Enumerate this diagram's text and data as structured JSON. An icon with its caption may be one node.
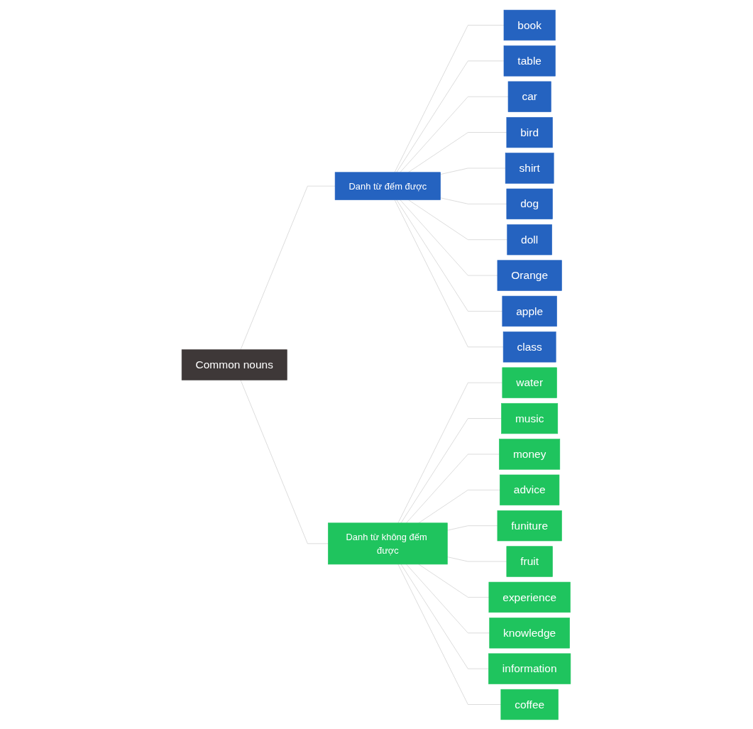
{
  "diagram": {
    "nodes": [
      {
        "text": [
          "Common nouns"
        ]
      },
      {
        "text": [
          "Danh từ đếm được"
        ]
      },
      {
        "text": [
          "book"
        ]
      },
      {
        "text": [
          "table"
        ]
      },
      {
        "text": [
          "car"
        ]
      },
      {
        "text": [
          "bird"
        ]
      },
      {
        "text": [
          "shirt"
        ]
      },
      {
        "text": [
          "dog"
        ]
      },
      {
        "text": [
          "doll"
        ]
      },
      {
        "text": [
          "Orange"
        ]
      },
      {
        "text": [
          "apple"
        ]
      },
      {
        "text": [
          "class"
        ]
      },
      {
        "text": [
          "Danh từ không đếm được"
        ]
      },
      {
        "text": [
          "water"
        ]
      },
      {
        "text": [
          "music"
        ]
      },
      {
        "text": [
          "money"
        ]
      },
      {
        "text": [
          "advice"
        ]
      },
      {
        "text": [
          "funiture"
        ]
      },
      {
        "text": [
          "fruit"
        ]
      },
      {
        "text": [
          "experience"
        ]
      },
      {
        "text": [
          "knowledge"
        ]
      },
      {
        "text": [
          "information"
        ]
      },
      {
        "text": [
          "coffee"
        ]
      }
    ],
    "edges": [
      {
        "from": 0,
        "to": 1,
        "arrow": "none"
      },
      {
        "from": 1,
        "to": 2,
        "arrow": "none"
      },
      {
        "from": 1,
        "to": 3,
        "arrow": "none"
      },
      {
        "from": 1,
        "to": 4,
        "arrow": "none"
      },
      {
        "from": 1,
        "to": 5,
        "arrow": "none"
      },
      {
        "from": 1,
        "to": 6,
        "arrow": "none"
      },
      {
        "from": 1,
        "to": 7,
        "arrow": "none"
      },
      {
        "from": 1,
        "to": 8,
        "arrow": "none"
      },
      {
        "from": 1,
        "to": 9,
        "arrow": "none"
      },
      {
        "from": 1,
        "to": 10,
        "arrow": "none"
      },
      {
        "from": 1,
        "to": 11,
        "arrow": "none"
      },
      {
        "from": 0,
        "to": 12,
        "arrow": "none"
      },
      {
        "from": 12,
        "to": 13,
        "arrow": "none"
      },
      {
        "from": 12,
        "to": 14,
        "arrow": "none"
      },
      {
        "from": 12,
        "to": 15,
        "arrow": "none"
      },
      {
        "from": 12,
        "to": 16,
        "arrow": "none"
      },
      {
        "from": 12,
        "to": 17,
        "arrow": "none"
      },
      {
        "from": 12,
        "to": 18,
        "arrow": "none"
      },
      {
        "from": 12,
        "to": 19,
        "arrow": "none"
      },
      {
        "from": 12,
        "to": 20,
        "arrow": "none"
      },
      {
        "from": 12,
        "to": 21,
        "arrow": "none"
      },
      {
        "from": 12,
        "to": 22,
        "arrow": "none"
      }
    ]
  }
}
